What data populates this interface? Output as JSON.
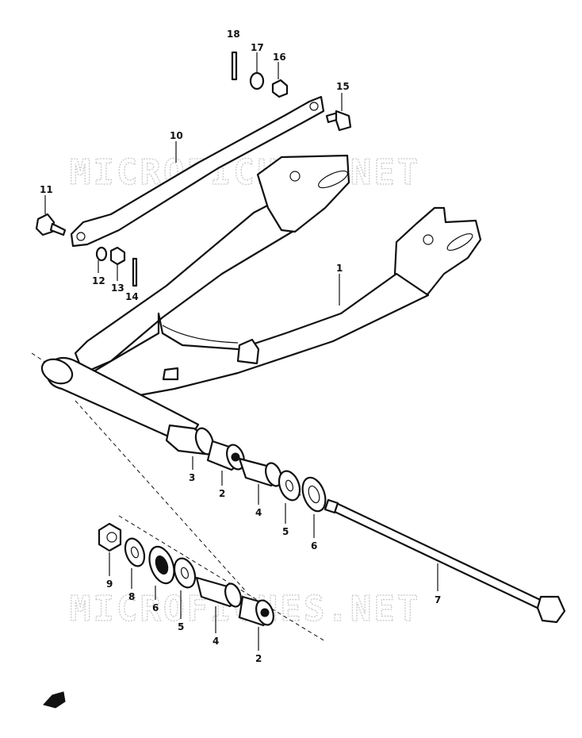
{
  "watermark": {
    "text": "MICROFICHES.NET"
  },
  "callouts": {
    "c1": "1",
    "c2a": "2",
    "c2b": "2",
    "c3": "3",
    "c4a": "4",
    "c4b": "4",
    "c5a": "5",
    "c5b": "5",
    "c6a": "6",
    "c6b": "6",
    "c7": "7",
    "c8": "8",
    "c9": "9",
    "c10": "10",
    "c11": "11",
    "c12": "12",
    "c13": "13",
    "c14": "14",
    "c15": "15",
    "c16": "16",
    "c17": "17",
    "c18": "18"
  }
}
